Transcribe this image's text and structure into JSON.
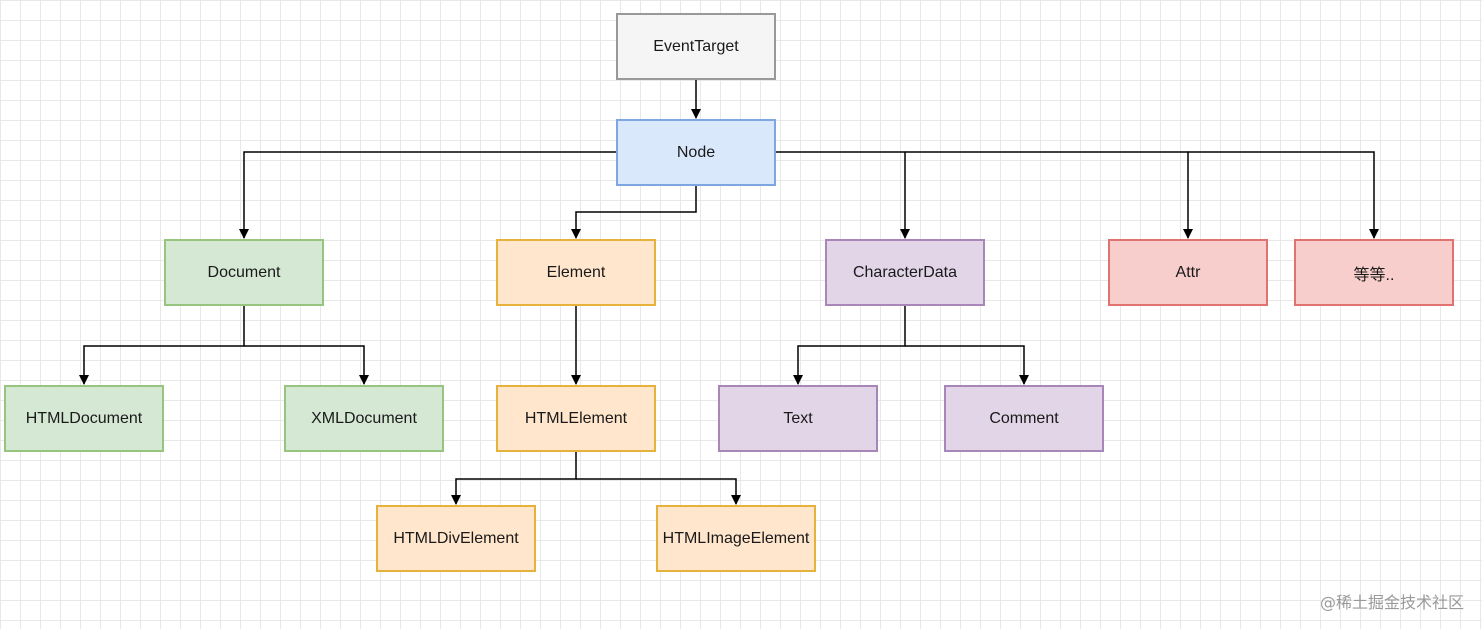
{
  "diagram": {
    "nodes": {
      "eventtarget": "EventTarget",
      "node": "Node",
      "document": "Document",
      "element": "Element",
      "characterdata": "CharacterData",
      "attr": "Attr",
      "etc": "等等..",
      "htmldocument": "HTMLDocument",
      "xmldocument": "XMLDocument",
      "htmlelement": "HTMLElement",
      "text": "Text",
      "comment": "Comment",
      "htmldivelement": "HTMLDivElement",
      "htmlimageelement": "HTMLImageElement"
    },
    "edges": [
      [
        "eventtarget",
        "node"
      ],
      [
        "node",
        "document"
      ],
      [
        "node",
        "element"
      ],
      [
        "node",
        "characterdata"
      ],
      [
        "node",
        "attr"
      ],
      [
        "node",
        "etc"
      ],
      [
        "document",
        "htmldocument"
      ],
      [
        "document",
        "xmldocument"
      ],
      [
        "element",
        "htmlelement"
      ],
      [
        "htmlelement",
        "htmldivelement"
      ],
      [
        "htmlelement",
        "htmlimageelement"
      ],
      [
        "characterdata",
        "text"
      ],
      [
        "characterdata",
        "comment"
      ]
    ],
    "colors": {
      "gray": "#f5f5f5",
      "blue": "#dae8fc",
      "green": "#d5e8d4",
      "orange": "#ffe6cc",
      "purple": "#e1d5e7",
      "red": "#f8cecc",
      "edge": "#000000"
    }
  },
  "watermark": "@稀土掘金技术社区"
}
